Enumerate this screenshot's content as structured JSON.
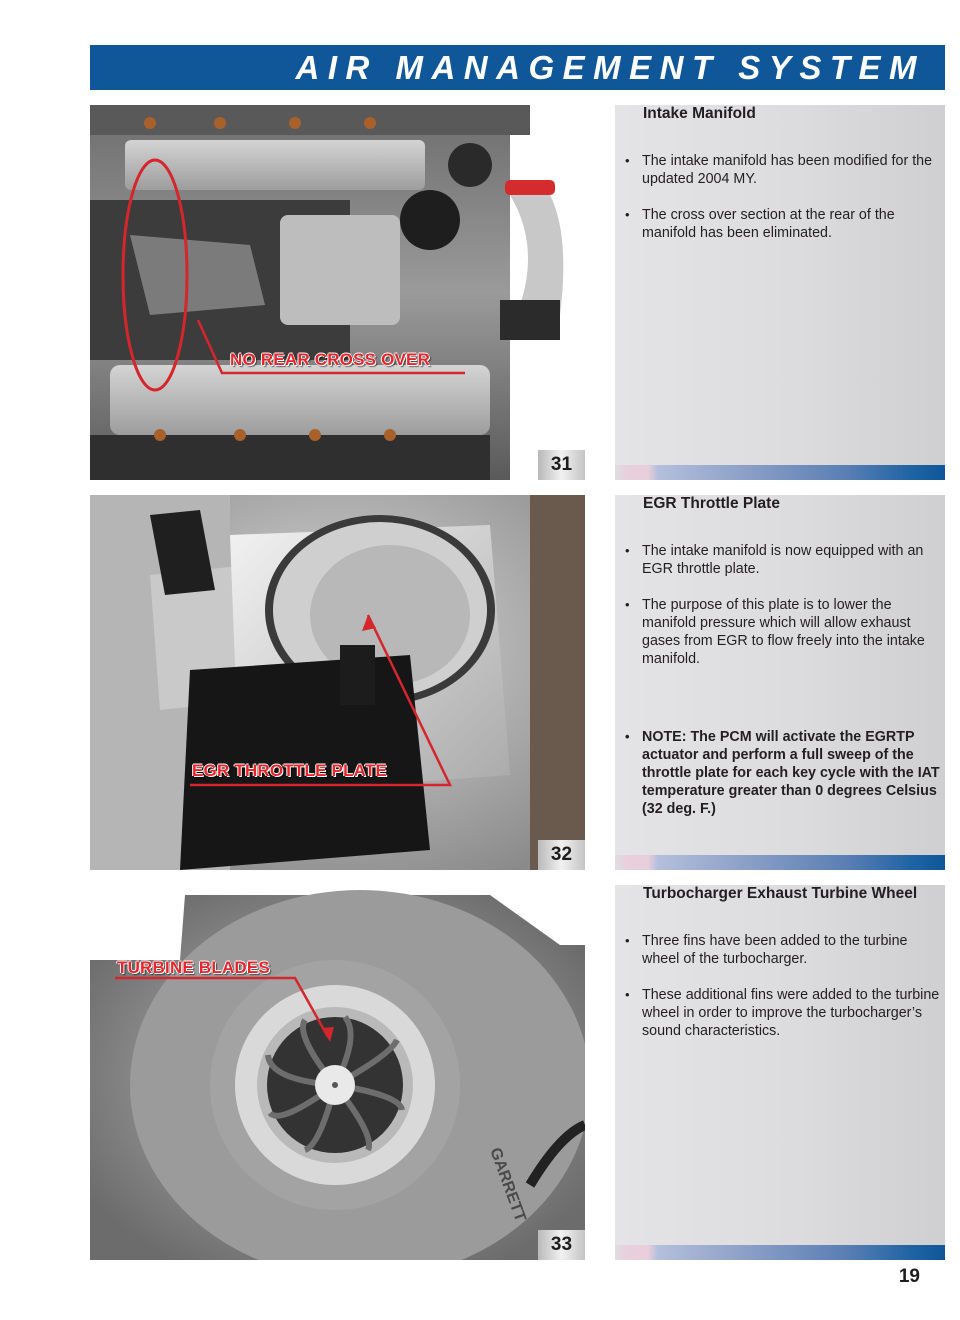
{
  "header": {
    "title": "AIR MANAGEMENT SYSTEM",
    "color": "#0f5799"
  },
  "sections": [
    {
      "figure_number": "31",
      "callout": "NO REAR CROSS OVER",
      "photo_subject": "engine top view with intake manifold",
      "title": "Intake Manifold",
      "bullets": [
        "The intake manifold has been modified for the updated 2004 MY.",
        "The cross over section at the rear of the manifold has been eliminated."
      ]
    },
    {
      "figure_number": "32",
      "callout": "EGR THROTTLE PLATE",
      "photo_subject": "EGR throttle body close-up",
      "title": "EGR Throttle Plate",
      "bullets": [
        "The intake manifold is now equipped with an EGR throttle plate.",
        "The purpose of this plate is to lower the manifold pressure which will allow exhaust gases from EGR to flow freely into the intake manifold."
      ],
      "note": "NOTE: The PCM will activate the EGRTP actuator and perform a full sweep of the throttle plate for each key cycle with the IAT temperature greater than 0 degrees Celsius (32 deg. F.)"
    },
    {
      "figure_number": "33",
      "callout": "TURBINE BLADES",
      "photo_subject": "turbocharger turbine wheel",
      "casting_text": "GARRETT",
      "title": "Turbocharger Exhaust Turbine Wheel",
      "bullets": [
        "Three fins have been added to the turbine wheel of the turbocharger.",
        "These additional fins were added to the turbine wheel in order to improve the turbocharger’s sound characteristics."
      ]
    }
  ],
  "footer": {
    "page_number": "19"
  },
  "colors": {
    "callout_red": "#e4262c",
    "panel_gray": "#dcdcde",
    "accent_blue": "#0f5799"
  }
}
